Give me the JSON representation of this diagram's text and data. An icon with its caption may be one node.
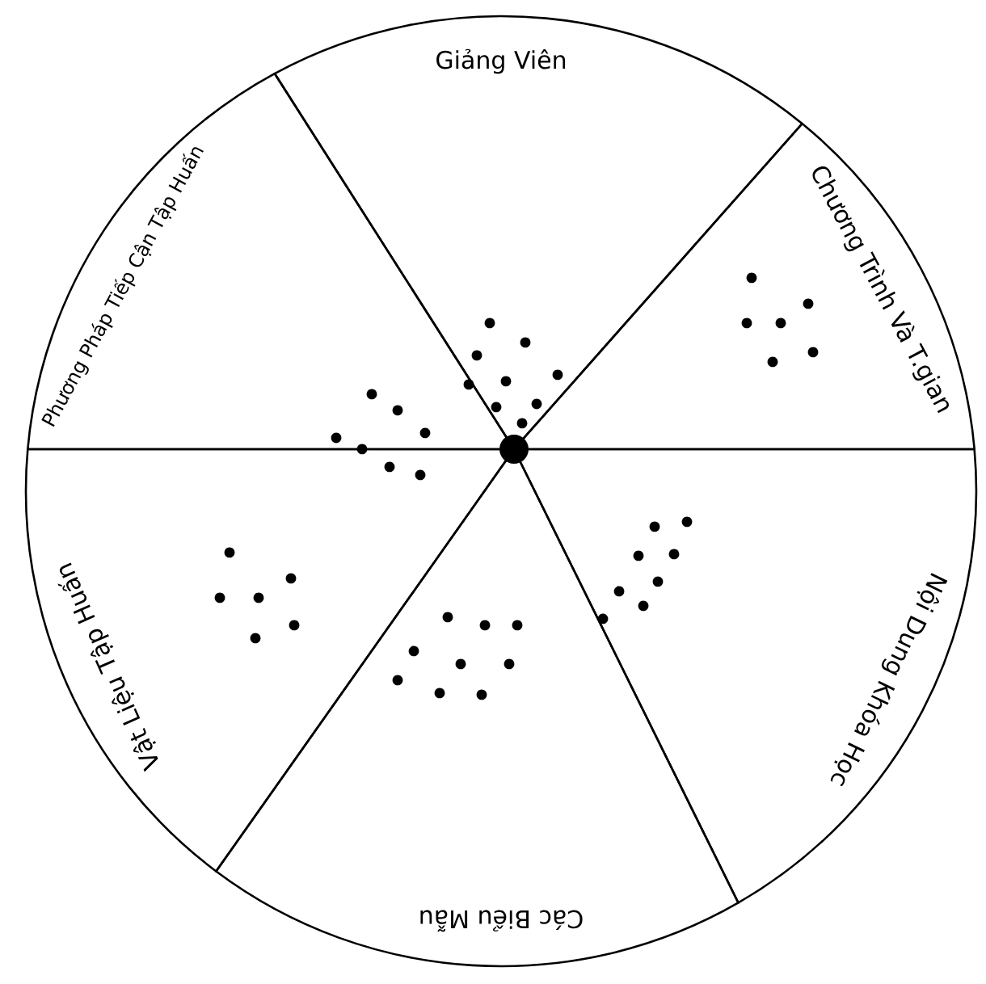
{
  "diagram": {
    "nodes": [
      {
        "text": [
          "Giảng Viên"
        ]
      },
      {
        "text": [
          "Phương Pháp Tiếp Cận Tập Huấn"
        ]
      },
      {
        "text": [
          "Vật Liệu Tập Huấn"
        ]
      },
      {
        "text": [
          "Các Biểu Mẫu"
        ]
      },
      {
        "text": [
          "Nội Dung Khóa Học"
        ]
      },
      {
        "text": [
          "Chương Trình Và T.gian"
        ]
      }
    ]
  }
}
